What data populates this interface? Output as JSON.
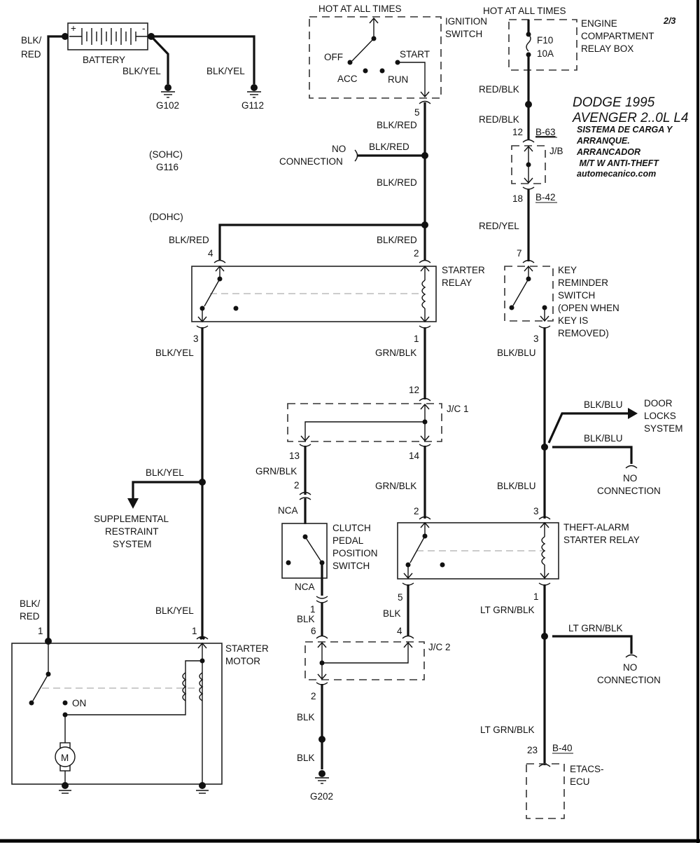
{
  "page": {
    "page_ref": "2/3",
    "title_line1": "DODGE 1995",
    "title_line2": "AVENGER 2..0L L4",
    "subtitle_lines": [
      "SISTEMA DE CARGA Y",
      "ARRANQUE.",
      "ARRANCADOR",
      " M/T W ANTI-THEFT",
      "automecanico.com"
    ]
  },
  "components": {
    "battery": {
      "label": "BATTERY",
      "plus": "+",
      "minus": "-"
    },
    "ignition_switch": {
      "hot": "HOT AT ALL TIMES",
      "label1": "IGNITION",
      "label2": "SWITCH",
      "off": "OFF",
      "acc": "ACC",
      "run": "RUN",
      "start": "START",
      "pin": "5"
    },
    "relay_box": {
      "hot": "HOT AT ALL TIMES",
      "label1": "ENGINE",
      "label2": "COMPARTMENT",
      "label3": "RELAY BOX",
      "fuse": "F10",
      "rating": "10A"
    },
    "jb": {
      "label": "J/B",
      "pin_in": "12",
      "conn_in": "B-63",
      "pin_out": "18",
      "conn_out": "B-42"
    },
    "key_reminder": {
      "lines": [
        "KEY",
        "REMINDER",
        "SWITCH",
        "(OPEN WHEN",
        "KEY IS",
        "REMOVED)"
      ],
      "pin_in": "7",
      "pin_out": "3"
    },
    "starter_relay": {
      "label1": "STARTER",
      "label2": "RELAY",
      "pin4": "4",
      "pin2": "2",
      "pin3": "3",
      "pin1": "1"
    },
    "jc1": {
      "label": "J/C 1",
      "pin12": "12",
      "pin13": "13",
      "pin14": "14"
    },
    "clutch": {
      "lines": [
        "CLUTCH",
        "PEDAL",
        "POSITION",
        "SWITCH"
      ],
      "pin_in": "2",
      "nca_top": "NCA",
      "nca_bottom": "NCA",
      "pin_out": "1"
    },
    "theft_relay": {
      "label1": "THEFT-ALARM",
      "label2": "STARTER RELAY",
      "pin2": "2",
      "pin3": "3",
      "pin5": "5",
      "pin1": "1"
    },
    "jc2": {
      "label": "J/C 2",
      "pin6": "6",
      "pin4": "4",
      "pin2": "2"
    },
    "starter_motor": {
      "label1": "STARTER",
      "label2": "MOTOR",
      "pin_left": "1",
      "pin_right": "1",
      "on": "ON",
      "motor": "M"
    },
    "etacs": {
      "label1": "ETACS-",
      "label2": "ECU",
      "pin": "23",
      "conn": "B-40"
    }
  },
  "grounds": {
    "g102": "G102",
    "g112": "G112",
    "g116": "G116",
    "g202": "G202",
    "sohc": "(SOHC)",
    "dohc": "(DOHC)"
  },
  "wires": {
    "blk_red": "BLK/RED",
    "blk": "BLK/",
    "red": "RED",
    "blk_yel": "BLK/YEL",
    "red_blk": "RED/BLK",
    "red_yel": "RED/YEL",
    "grn_blk": "GRN/BLK",
    "blk_blu": "BLK/BLU",
    "blk_only": "BLK",
    "lt_grn_blk": "LT GRN/BLK"
  },
  "notes": {
    "no_connection1": "NO",
    "no_connection2": "CONNECTION",
    "door1": "DOOR",
    "door2": "LOCKS",
    "door3": "SYSTEM",
    "srs1": "SUPPLEMENTAL",
    "srs2": "RESTRAINT",
    "srs3": "SYSTEM"
  }
}
